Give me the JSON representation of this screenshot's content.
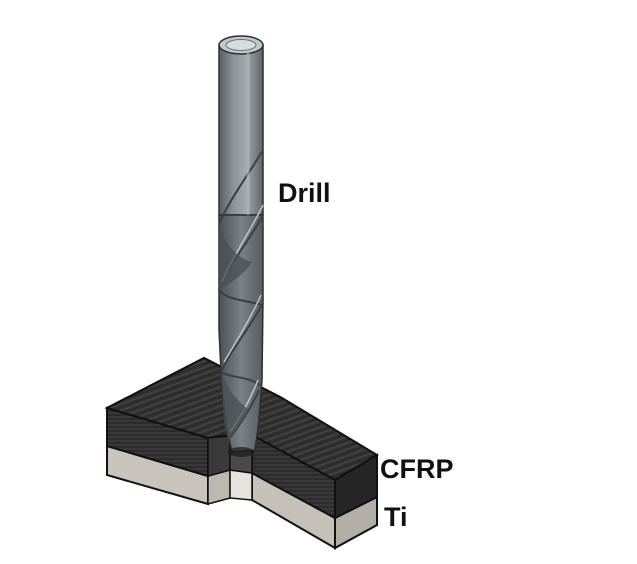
{
  "labels": {
    "drill": "Drill",
    "cfrp": "CFRP",
    "ti": "Ti"
  },
  "colors": {
    "drill_body": "#7d8387",
    "drill_dark": "#4e5458",
    "drill_light": "#b9bec1",
    "cfrp_top": "#3c3c3c",
    "cfrp_side": "#2a2a2a",
    "ti_side": "#c9c4bc",
    "ti_side_dark": "#b3aea6",
    "outline": "#111111",
    "text": "#111111"
  }
}
